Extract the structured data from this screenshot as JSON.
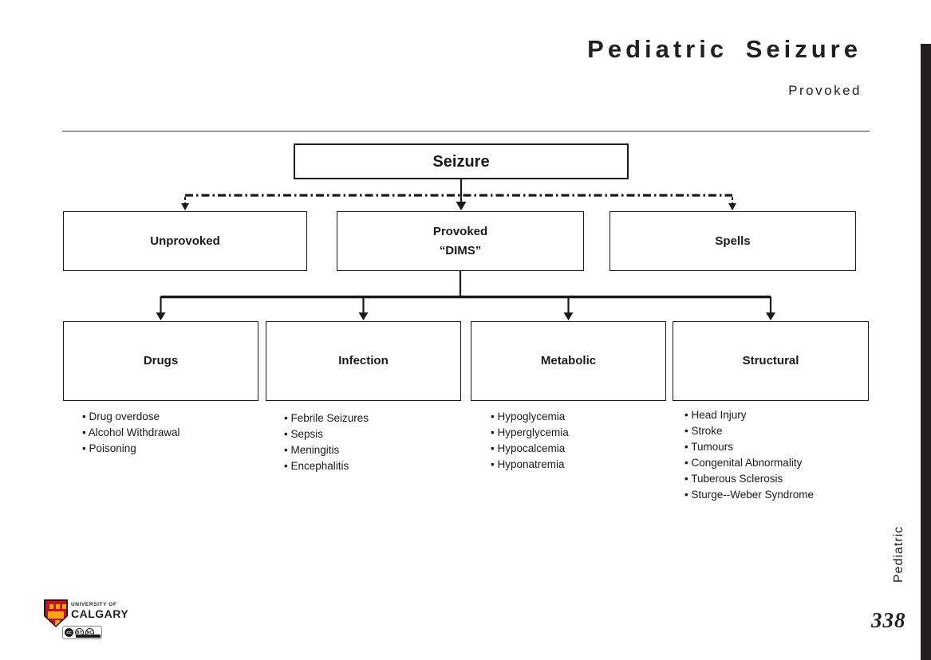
{
  "page": {
    "title": "Pediatric Seizure",
    "subtitle": "Provoked",
    "page_number": "338",
    "side_tab_label": "Pediatric"
  },
  "flowchart": {
    "root": {
      "label": "Seizure"
    },
    "level2": [
      {
        "label": "Unprovoked"
      },
      {
        "label": "Provoked",
        "sublabel": "“DIMS”"
      },
      {
        "label": "Spells"
      }
    ],
    "categories": [
      {
        "label": "Drugs",
        "items": [
          "Drug overdose",
          "Alcohol Withdrawal",
          "Poisoning"
        ]
      },
      {
        "label": "Infection",
        "items": [
          "Febrile Seizures",
          "Sepsis",
          "Meningitis",
          "Encephalitis"
        ]
      },
      {
        "label": "Metabolic",
        "items": [
          "Hypoglycemia",
          "Hyperglycemia",
          "Hypocalcemia",
          "Hyponatremia"
        ]
      },
      {
        "label": "Structural",
        "items": [
          "Head Injury",
          "Stroke",
          "Tumours",
          "Congenital Abnormality",
          "Tuberous Sclerosis",
          "Sturge--Weber Syndrome"
        ]
      }
    ]
  },
  "footer": {
    "logo": {
      "line1": "UNIVERSITY OF",
      "line2": "CALGARY"
    },
    "license": {
      "cc": "cc",
      "by": "BY",
      "nc": "NC"
    }
  },
  "colors": {
    "ink": "#231f20",
    "crest_red": "#c8102e",
    "crest_gold": "#f2a900",
    "side_bar": "#231f20"
  }
}
